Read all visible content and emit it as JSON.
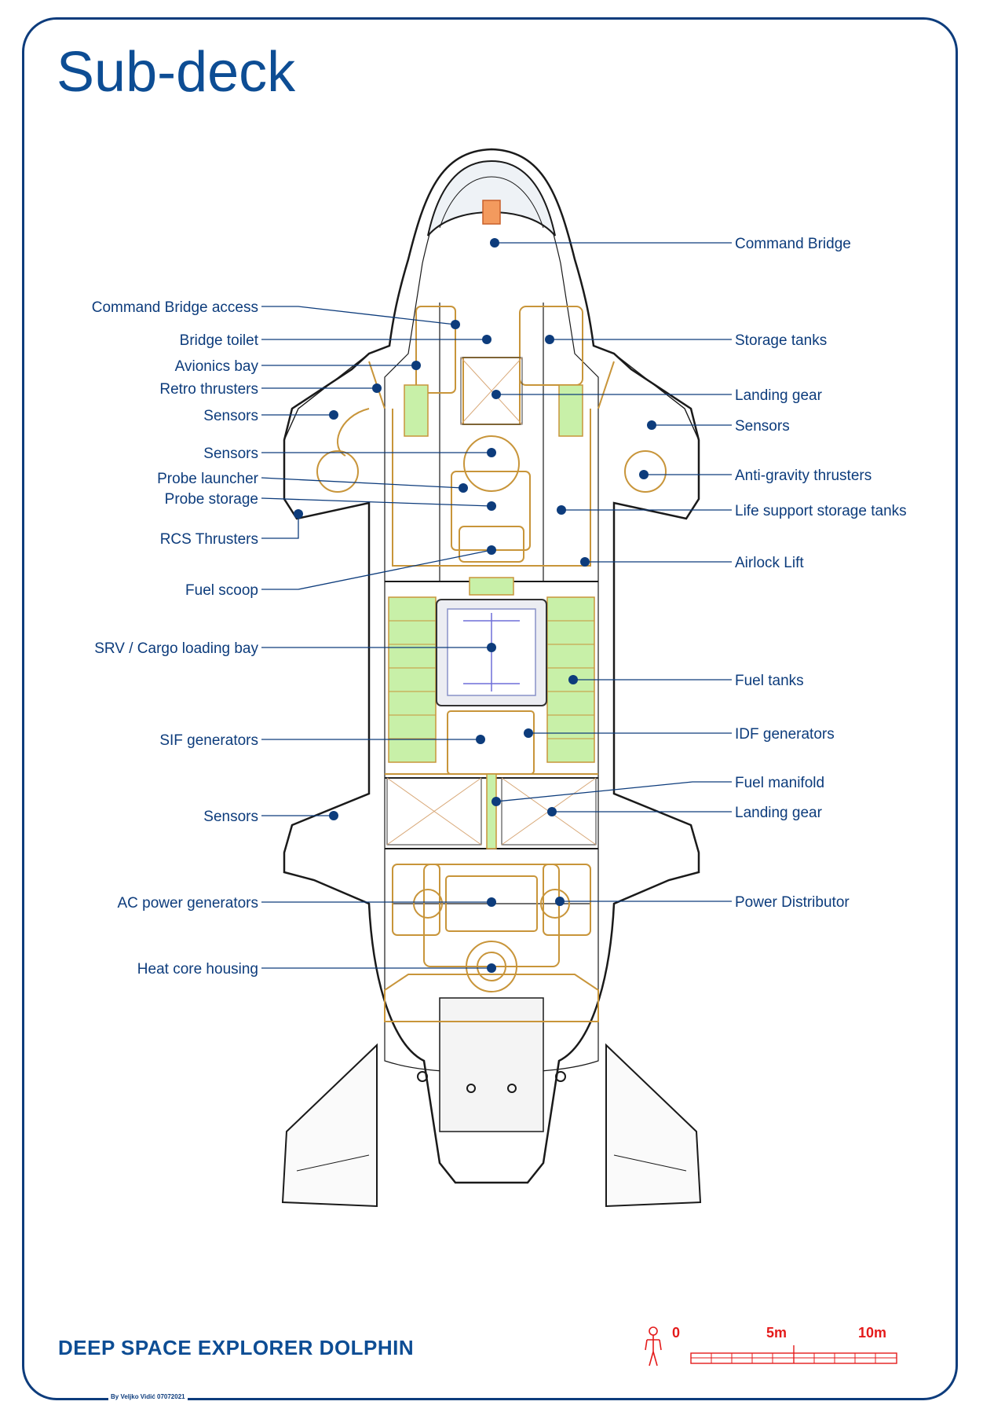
{
  "title": "Sub-deck",
  "ship_name": "DEEP SPACE EXPLORER DOLPHIN",
  "credit": "By Veljko Vidić 07072021",
  "colors": {
    "frame": "#0d3c7c",
    "label": "#0d3c7c",
    "title": "#0d4d94",
    "hull": "#1a1a1a",
    "systems": "#c8953a",
    "tanks": "#c8f0a8",
    "scale": "#e41b1b"
  },
  "labels_left": [
    "Command Bridge access",
    "Bridge toilet",
    "Avionics bay",
    "Retro thrusters",
    "Sensors",
    "Sensors",
    "Probe launcher",
    "Probe storage",
    "RCS Thrusters",
    "Fuel scoop",
    "SRV / Cargo loading bay",
    "SIF generators",
    "Sensors",
    "AC power generators",
    "Heat core housing"
  ],
  "labels_right": [
    "Command Bridge",
    "Storage tanks",
    "Landing gear",
    "Sensors",
    "Anti-gravity thrusters",
    "Life support storage tanks",
    "Airlock Lift",
    "Fuel tanks",
    "IDF generators",
    "Fuel manifold",
    "Landing gear",
    "Power Distributor"
  ],
  "scale": {
    "zero": "0",
    "mid": "5m",
    "end": "10m"
  }
}
